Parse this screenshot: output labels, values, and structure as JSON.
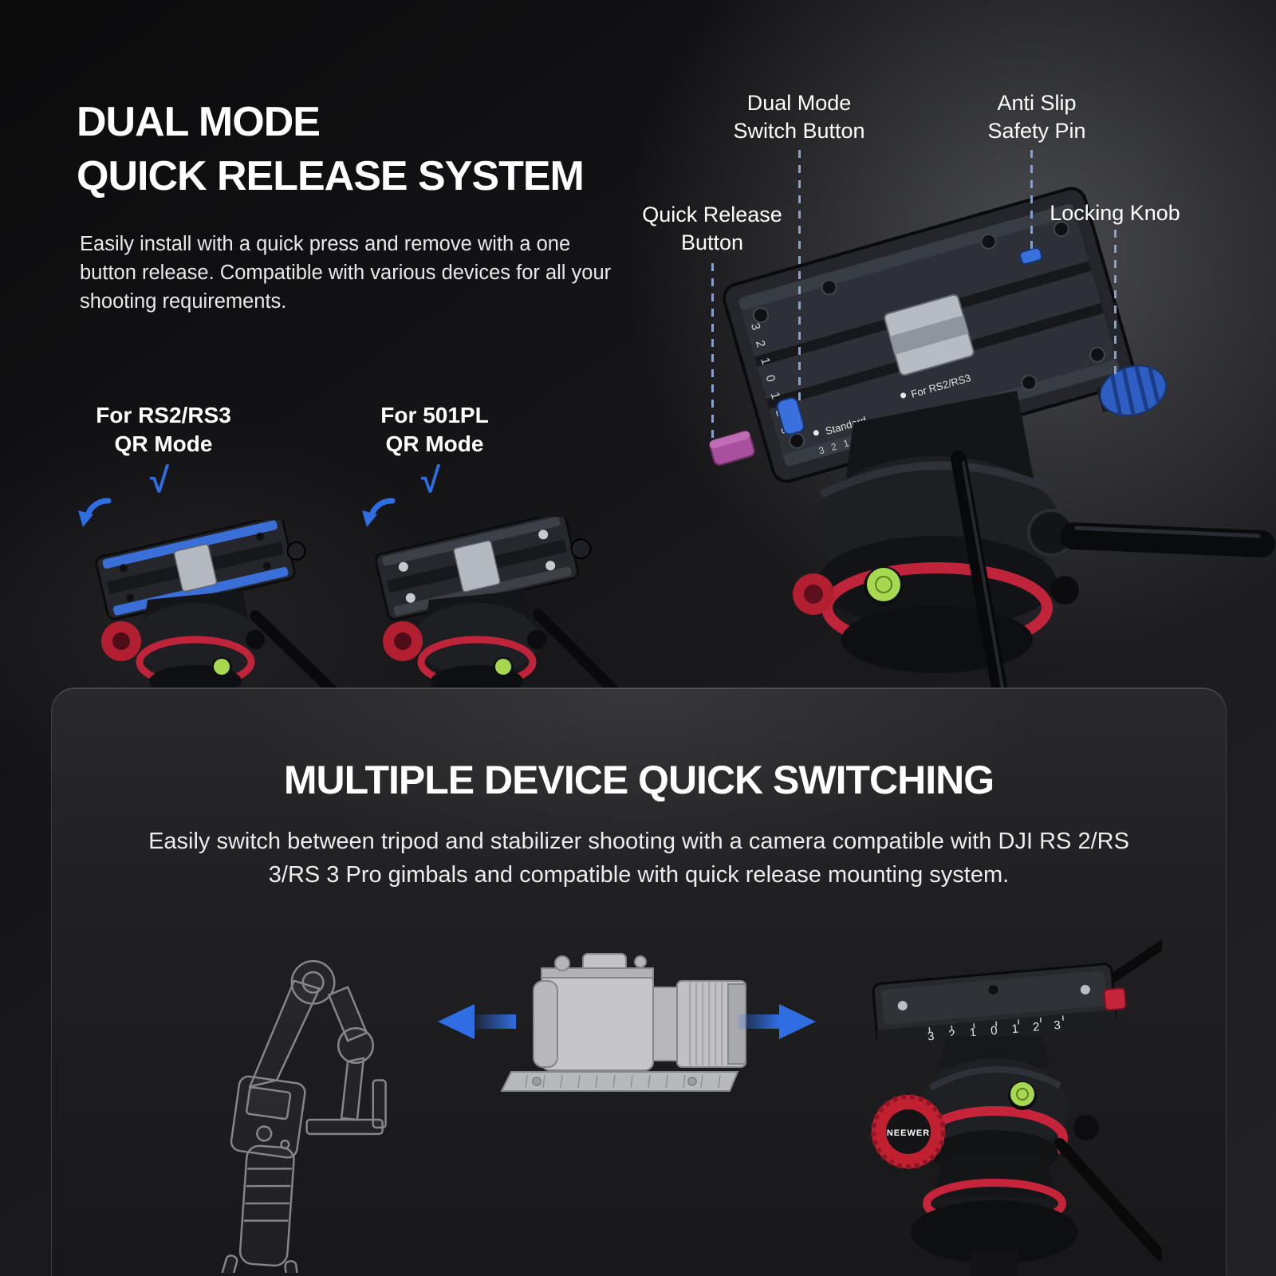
{
  "colors": {
    "accent_blue": "#2f6de3",
    "dashed_line": "#8aa0cc",
    "product_red": "#c0243a",
    "level_green": "#a6d94f",
    "qr_button_purple": "#a84f9e",
    "background_dark": "#151517",
    "panel_background": "#202023",
    "text_primary": "#ffffff"
  },
  "hero": {
    "title_line1": "DUAL MODE",
    "title_line2": "QUICK RELEASE SYSTEM",
    "description": "Easily install with a quick press and remove with a one button release. Compatible with various devices for all your shooting requirements."
  },
  "callouts": [
    {
      "line1": "Quick Release",
      "line2": "Button"
    },
    {
      "line1": "Dual Mode",
      "line2": "Switch Button"
    },
    {
      "line1": "Anti Slip",
      "line2": "Safety Pin"
    },
    {
      "line1": "Locking Knob",
      "line2": ""
    }
  ],
  "qr_modes": [
    {
      "line1": "For RS2/RS3",
      "line2": "QR Mode",
      "check_icon": "√"
    },
    {
      "line1": "For 501PL",
      "line2": "QR Mode",
      "check_icon": "√"
    }
  ],
  "product_markings": {
    "plate_scale": "3 2 1 0 1 2 3",
    "standard_label": "Standard",
    "rs_mode_label": "For RS2/RS3",
    "brand": "NEEWER"
  },
  "panel": {
    "title": "MULTIPLE DEVICE QUICK SWITCHING",
    "description": "Easily switch between tripod and stabilizer shooting with a camera compatible with DJI RS 2/RS 3/RS 3 Pro gimbals and compatible with quick release mounting system."
  }
}
